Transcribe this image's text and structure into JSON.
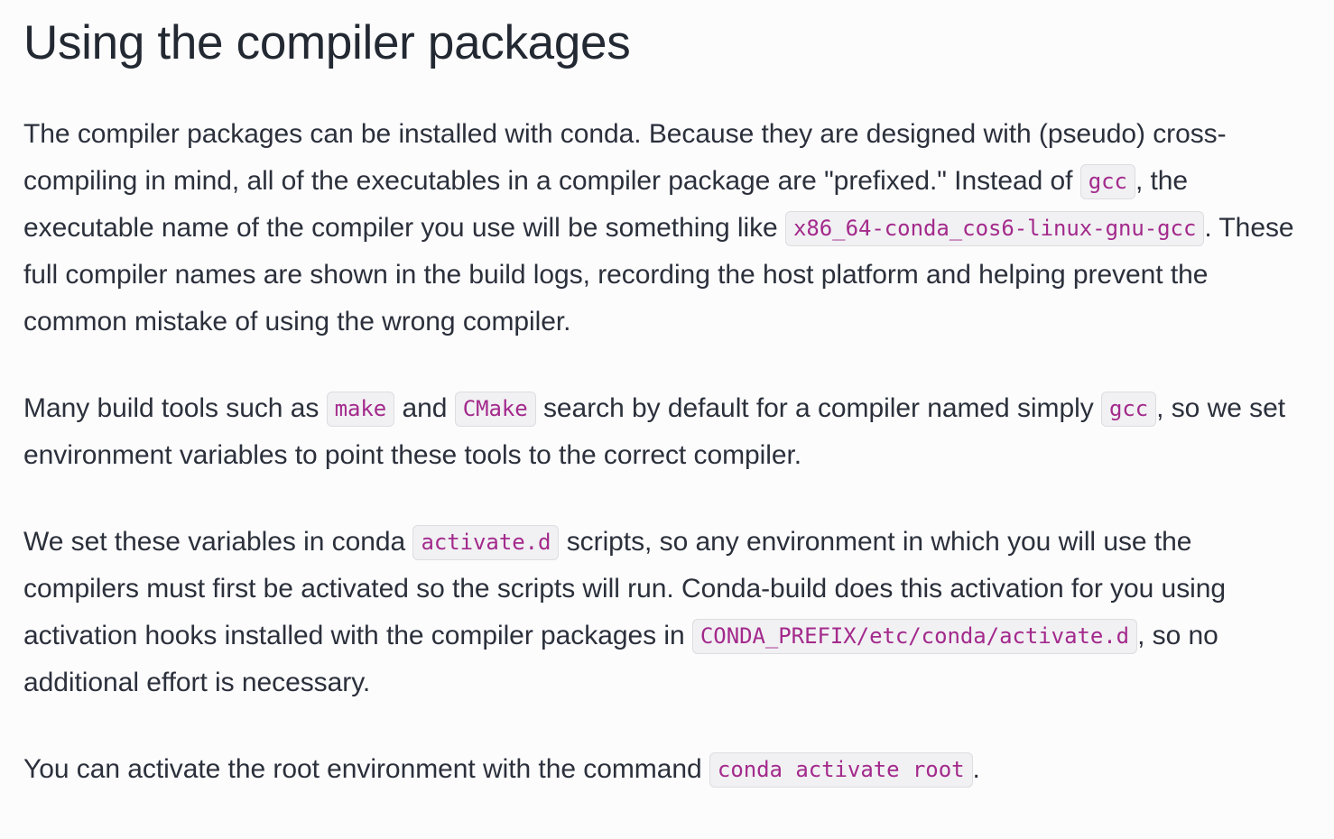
{
  "page": {
    "title": "Using the compiler packages",
    "background_color": "#fcfcfd",
    "text_color": "#2b303b",
    "heading_color": "#232932",
    "code_text_color": "#a32a8c",
    "code_bg_color": "#f1f1f3",
    "code_border_color": "#dddde1"
  },
  "paragraphs": [
    {
      "id": "intro",
      "runs": [
        {
          "type": "text",
          "value": "The compiler packages can be installed with conda. Because they are designed with (pseudo) cross-compiling in mind, all of the executables in a compiler package are \"prefixed.\" Instead of "
        },
        {
          "type": "code",
          "value": "gcc"
        },
        {
          "type": "text",
          "value": ", the executable name of the compiler you use will be something like "
        },
        {
          "type": "code",
          "value": "x86_64-conda_cos6-linux-gnu-gcc"
        },
        {
          "type": "text",
          "value": ". These full compiler names are shown in the build logs, recording the host platform and helping prevent the common mistake of using the wrong compiler."
        }
      ]
    },
    {
      "id": "build-tools",
      "runs": [
        {
          "type": "text",
          "value": "Many build tools such as "
        },
        {
          "type": "code",
          "value": "make"
        },
        {
          "type": "text",
          "value": " and "
        },
        {
          "type": "code",
          "value": "CMake"
        },
        {
          "type": "text",
          "value": " search by default for a compiler named simply "
        },
        {
          "type": "code",
          "value": "gcc"
        },
        {
          "type": "text",
          "value": ", so we set environment variables to point these tools to the correct compiler."
        }
      ]
    },
    {
      "id": "activate-scripts",
      "runs": [
        {
          "type": "text",
          "value": "We set these variables in conda "
        },
        {
          "type": "code",
          "value": "activate.d"
        },
        {
          "type": "text",
          "value": " scripts, so any environment in which you will use the compilers must first be activated so the scripts will run. Conda-build does this activation for you using activation hooks installed with the compiler packages in "
        },
        {
          "type": "code",
          "value": "CONDA_PREFIX/etc/conda/activate.d"
        },
        {
          "type": "text",
          "value": ", so no additional effort is necessary."
        }
      ]
    },
    {
      "id": "activate-root",
      "runs": [
        {
          "type": "text",
          "value": "You can activate the root environment with the command "
        },
        {
          "type": "code",
          "value": "conda activate root"
        },
        {
          "type": "text",
          "value": "."
        }
      ]
    }
  ]
}
